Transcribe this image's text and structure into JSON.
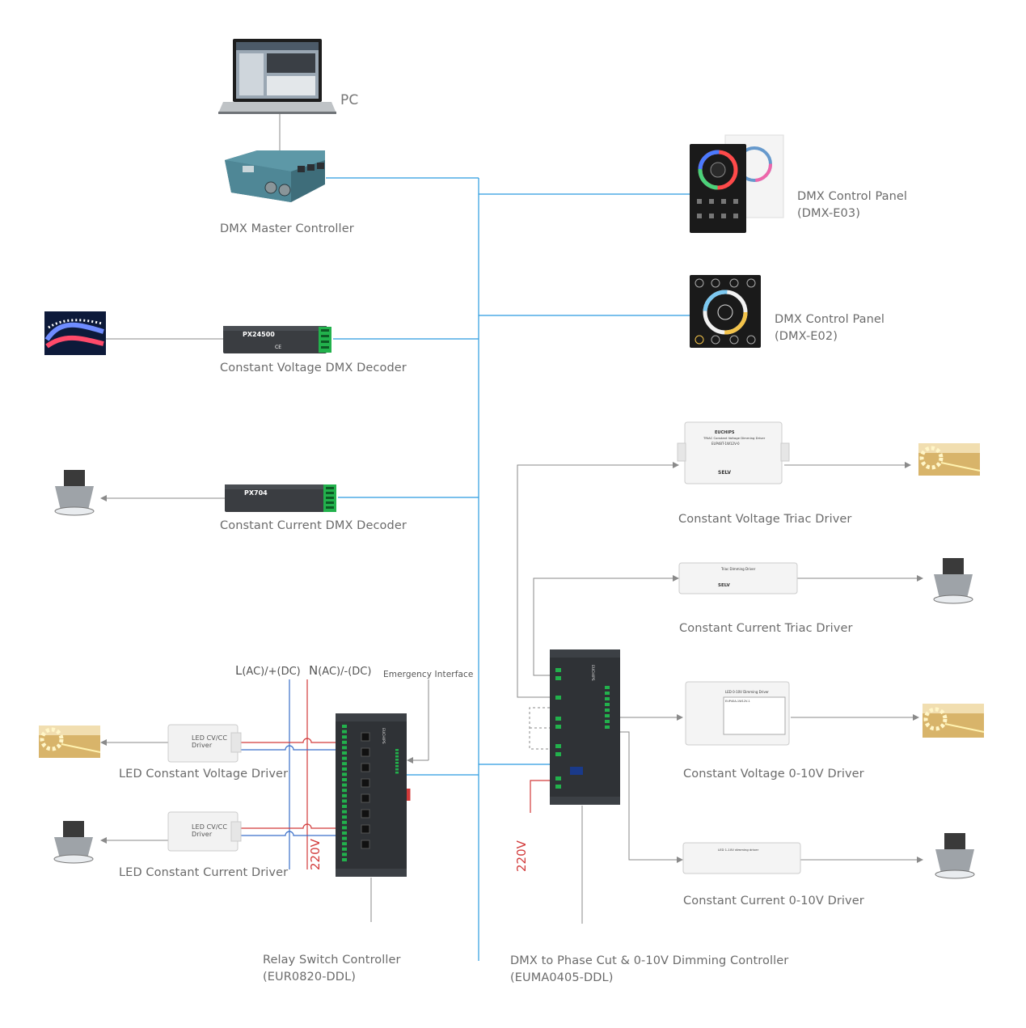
{
  "colors": {
    "bus": "#2b9be0",
    "line": "#8a8a8a",
    "live": "#d23a3a",
    "neutral": "#3a6fc9",
    "label": "#6b6b6b",
    "device_dark": "#2f3236",
    "terminal_green": "#22b14c"
  },
  "labels": {
    "pc": "PC",
    "dmx_master": "DMX Master Controller",
    "panel_e03": "DMX Control Panel\n(DMX-E03)",
    "panel_e02": "DMX Control Panel\n(DMX-E02)",
    "cv_decoder": "Constant Voltage DMX Decoder",
    "cc_decoder": "Constant Current DMX Decoder",
    "cv_triac": "Constant Voltage Triac Driver",
    "cc_triac": "Constant Current Triac Driver",
    "cv_010": "Constant Voltage 0-10V Driver",
    "cc_010": "Constant Current 0-10V Driver",
    "led_cv_driver": "LED Constant Voltage Driver",
    "led_cc_driver": "LED Constant Current  Driver",
    "relay": "Relay Switch Controller\n(EUR0820-DDL)",
    "phase_cut": "DMX to Phase Cut & 0-10V Dimming Controller\n(EUMA0405-DDL)",
    "emergency": "Emergency Interface",
    "voltage_left": "220V",
    "voltage_right": "220V"
  },
  "power_labels": {
    "live": {
      "prefix": "L",
      "suffix": "(AC)/+(DC)"
    },
    "neutral": {
      "prefix": "N",
      "suffix": "(AC)/-(DC)"
    }
  },
  "device_text": {
    "cv_decoder_model": "PX24500",
    "cc_decoder_model": "PX704",
    "cvcc_driver_1": "LED CV/CC\nDriver",
    "cvcc_driver_2": "LED CV/CC\nDriver",
    "relay_brand": "EUCHIPS",
    "phase_brand": "EUCHIPS",
    "triac_cv_brand": "EUCHIPS",
    "triac_cv_title": "TRIAC Constant Voltage Dimming Driver",
    "triac_cv_model": "EUP48T-1W12V-0",
    "triac_cv_selv": "SELV",
    "triac_cc_title": "Triac Dimming Driver",
    "triac_cc_selv": "SELV",
    "cv010_title": "LED 0-10V Dimming Driver",
    "cv010_model": "EUP40A-1W12V-1",
    "cc010_title": "LED 1-10V dimming driver",
    "ce_mark": "CE"
  },
  "icons": [
    "laptop-icon",
    "dmx-master-device-icon",
    "touch-panel-icon",
    "led-strip-icon",
    "downlight-icon",
    "decoder-device-icon",
    "driver-box-icon",
    "relay-controller-icon",
    "phase-cut-controller-icon"
  ]
}
